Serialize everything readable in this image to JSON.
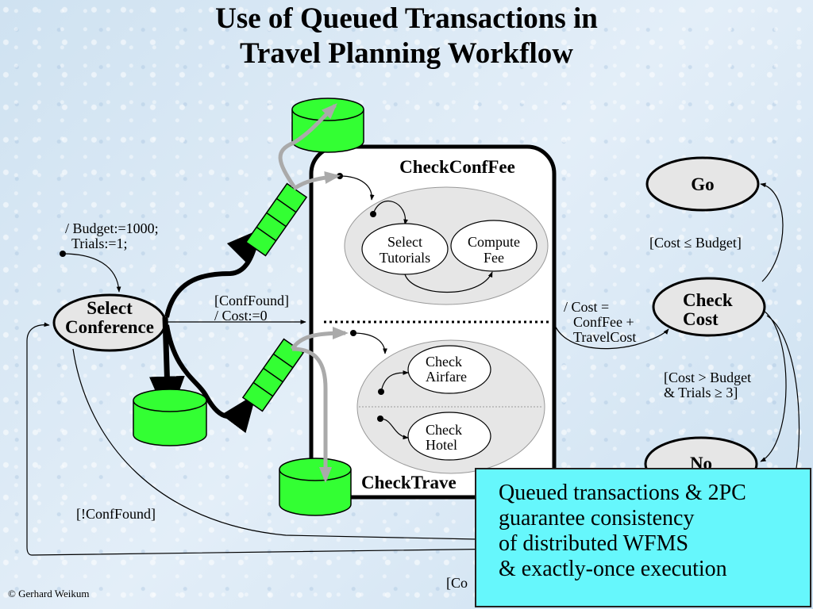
{
  "title": {
    "line1": "Use of Queued Transactions in",
    "line2": "Travel Planning Workflow"
  },
  "states": {
    "select_conference": {
      "line1": "Select",
      "line2": "Conference"
    },
    "check_cost": {
      "line1": "Check",
      "line2": "Cost"
    },
    "go": "Go",
    "no": "No",
    "check_conf_fee": {
      "label": "CheckConfFee",
      "select_tutorials": {
        "line1": "Select",
        "line2": "Tutorials"
      },
      "compute_fee": {
        "line1": "Compute",
        "line2": "Fee"
      }
    },
    "check_travel": {
      "label": "CheckTrave",
      "check_airfare": {
        "line1": "Check",
        "line2": "Airfare"
      },
      "check_hotel": {
        "line1": "Check",
        "line2": "Hotel"
      }
    }
  },
  "transitions": {
    "init_action": {
      "line1": "/ Budget:=1000;",
      "line2": "Trials:=1;"
    },
    "conf_found": {
      "line1": "[ConfFound]",
      "line2": "/ Cost:=0"
    },
    "cost_calc": {
      "line1": "/ Cost =",
      "line2": "ConfFee +",
      "line3": "TravelCost"
    },
    "cost_ok": "[Cost ≤ Budget]",
    "cost_over": {
      "line1": "[Cost > Budget",
      "line2": "& Trials ≥ 3]"
    },
    "not_found": "[!ConfFound]",
    "bottom_partial": "[Co"
  },
  "note": {
    "line1": "Queued transactions & 2PC",
    "line2": "guarantee consistency",
    "line3": "of distributed WFMS",
    "line4": "& exactly-once execution"
  },
  "copyright": "© Gerhard Weikum",
  "colors": {
    "database": "#33ff33",
    "queue": "#33ff33",
    "state_fill": "#e6e6e6",
    "note_bg": "#66f7fc",
    "queue_path": "#aaaaaa"
  }
}
